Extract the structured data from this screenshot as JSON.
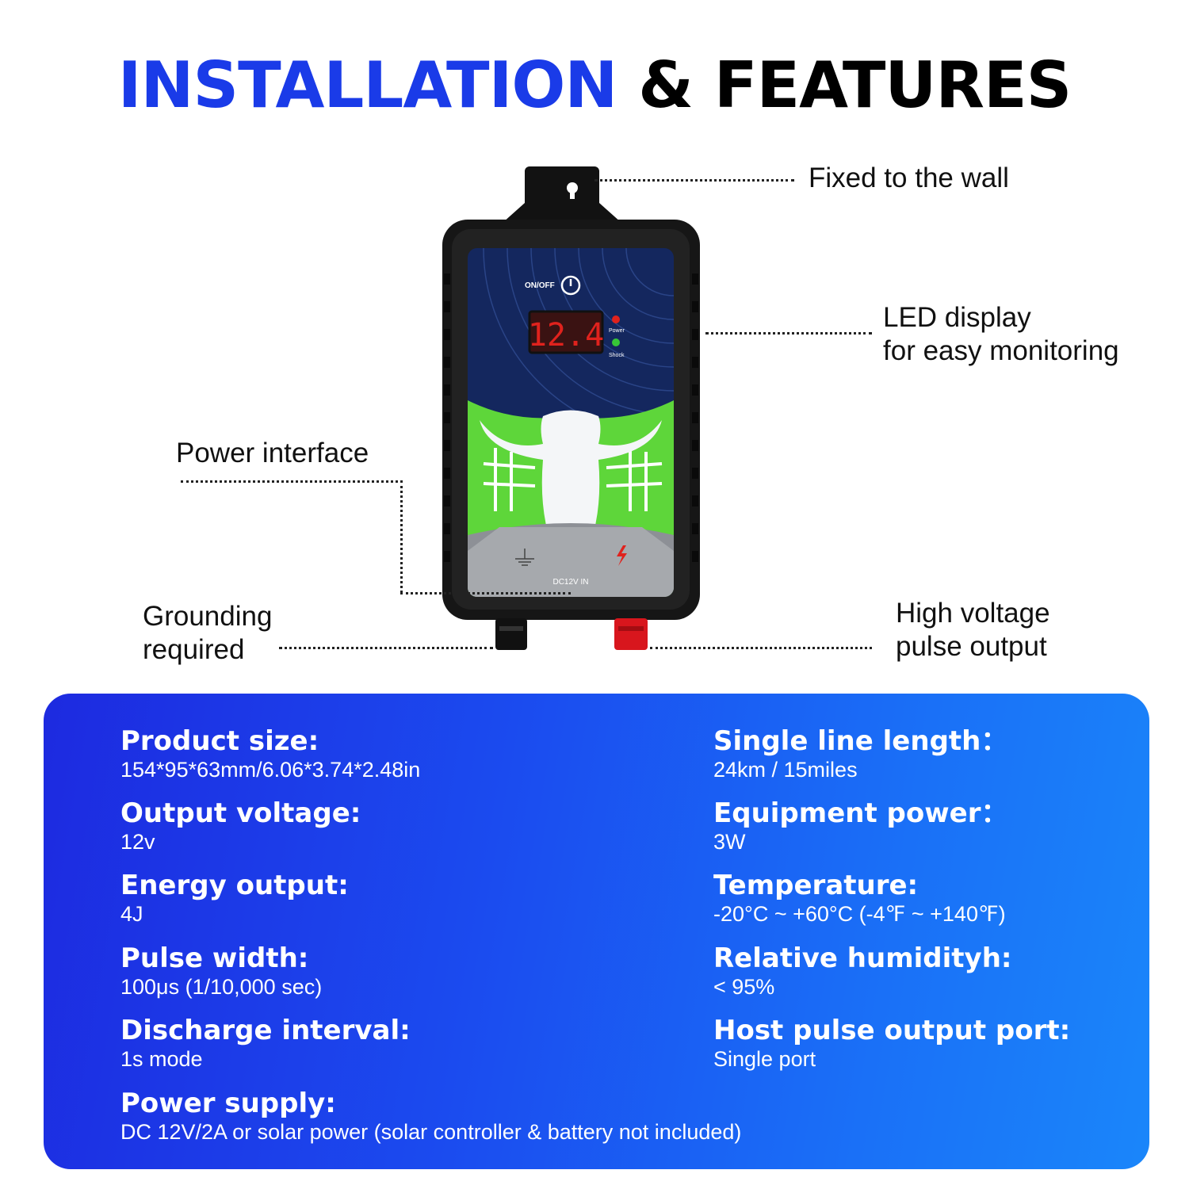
{
  "title": {
    "part1": "INSTALLATION",
    "part2": "& FEATURES"
  },
  "callouts": {
    "wall": "Fixed to the wall",
    "led_line1": "LED display",
    "led_line2": "for easy monitoring",
    "power": "Power interface",
    "ground_line1": "Grounding",
    "ground_line2": "required",
    "hv_line1": "High voltage",
    "hv_line2": "pulse output"
  },
  "device": {
    "onoff": "ON/OFF",
    "display": "12.4",
    "power_led": "Power",
    "shock_led": "Shock",
    "dc_in": "DC12V IN"
  },
  "specs_left": [
    {
      "label": "Product size:",
      "value": "154*95*63mm/6.06*3.74*2.48in"
    },
    {
      "label": "Output voltage:",
      "value": "12v"
    },
    {
      "label": "Energy output:",
      "value": "4J"
    },
    {
      "label": "Pulse width:",
      "value": "100μs (1/10,000 sec)"
    },
    {
      "label": "Discharge interval:",
      "value": "1s mode"
    },
    {
      "label": "Power supply:",
      "value": "DC 12V/2A or solar power (solar controller & battery not included)"
    }
  ],
  "specs_right": [
    {
      "label": "Single line length：",
      "value": "24km / 15miles"
    },
    {
      "label": "Equipment power：",
      "value": "3W"
    },
    {
      "label": "Temperature:",
      "value": "-20°C ~ +60°C (-4℉ ~ +140℉)"
    },
    {
      "label": "Relative humidityh:",
      "value": "< 95%"
    },
    {
      "label": "Host pulse output port:",
      "value": "Single port"
    }
  ],
  "colors": {
    "accent_blue": "#1a3be8",
    "panel_start": "#1d2ae0",
    "panel_end": "#1a86fa",
    "display_red": "#e0221d",
    "grass_green": "#5ed63a"
  }
}
